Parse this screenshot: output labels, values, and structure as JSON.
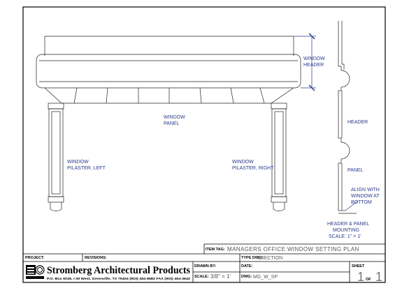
{
  "drawing": {
    "labels": {
      "window_header": [
        "WINDOW",
        "HEADER"
      ],
      "window_panel": [
        "WINDOW",
        "PANEL"
      ],
      "pilaster_left": [
        "WINDOW",
        "PILASTER, LEFT"
      ],
      "pilaster_right": [
        "WINDOW",
        "PILASTER, RIGHT"
      ],
      "header": "HEADER",
      "panel": "PANEL",
      "align_note": [
        "ALIGN WITH",
        "WINDOW AT",
        "BOTTOM"
      ],
      "mounting_note": [
        "HEADER & PANEL",
        "MOUNTING",
        "SCALE:  1\" = 1'"
      ]
    }
  },
  "title_block": {
    "item_tag_label": "ITEM TAG:",
    "item_tag_value": "MANAGERS OFFICE WINDOW SETTING PLAN",
    "project_label": "PROJECT:",
    "revisions_label": "REVISIONS:",
    "type_dwg_label": "TYPE DWG:",
    "type_dwg_value": "ERECTION",
    "company_name": "Stromberg Architectural Products",
    "company_address": "P.O. Box 6036, I-30 West, Greenville, TX 75404  (903) 454-8682  FAX (903) 454-3642",
    "drawn_by_label": "DRAWN BY:",
    "date_label": "DATE:",
    "scale_label": "SCALE:",
    "scale_value": "3/8\" = 1'",
    "dwg_label": "DWG:",
    "dwg_value": "MG_W_SP",
    "sheet_label": "SHEET",
    "sheet_number": "1",
    "of_label": "OF",
    "sheet_total": "1"
  }
}
